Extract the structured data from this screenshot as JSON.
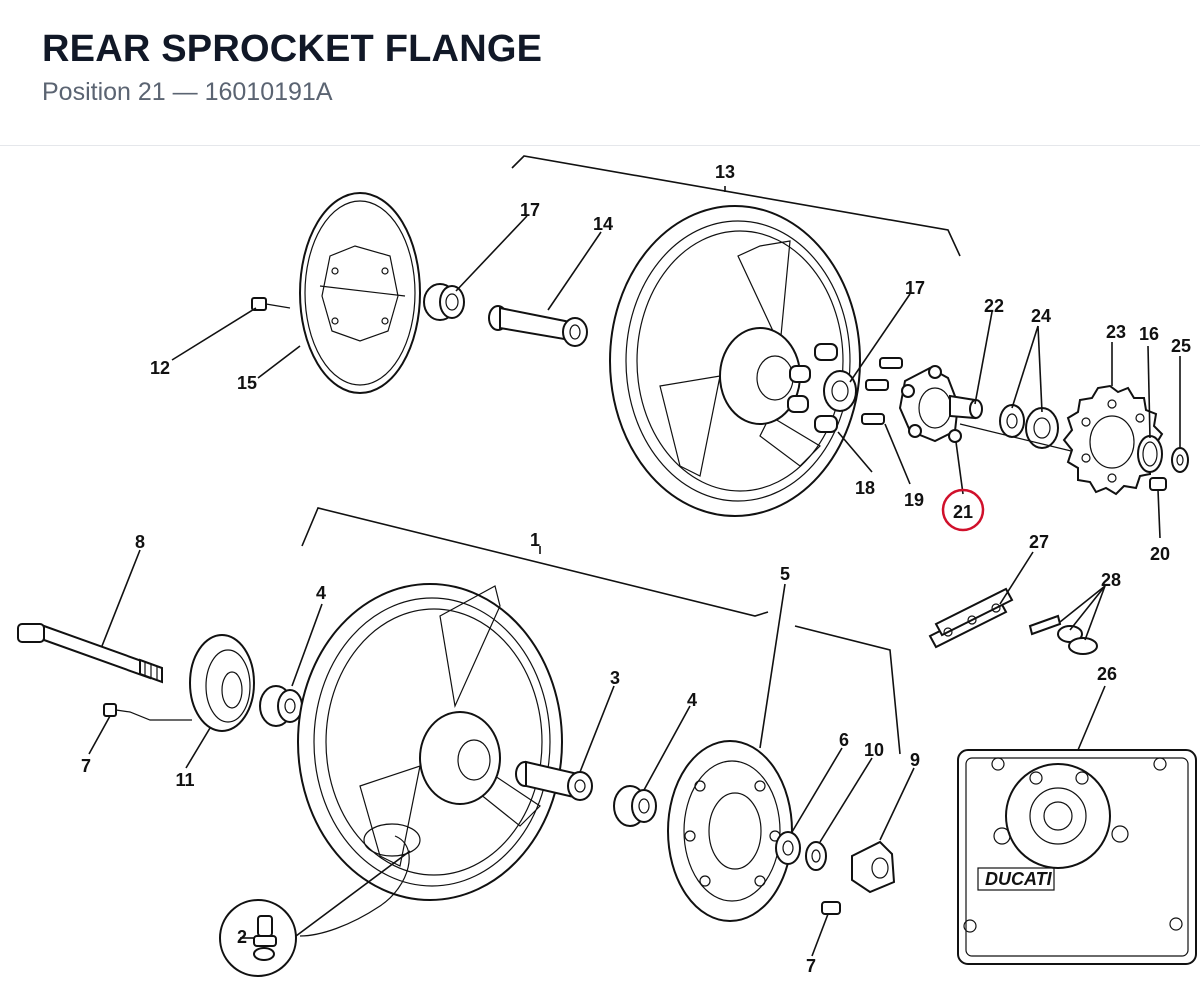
{
  "header": {
    "title": "REAR SPROCKET FLANGE",
    "subtitle": "Position 21 — 16010191A"
  },
  "diagram": {
    "highlight_color": "#d0102b",
    "highlighted_callout": "21",
    "brand_plate_text": "DUCATI",
    "callouts": {
      "c13": "13",
      "c17a": "17",
      "c14": "14",
      "c12": "12",
      "c15": "15",
      "c17b": "17",
      "c22": "22",
      "c24": "24",
      "c23": "23",
      "c16": "16",
      "c25": "25",
      "c18": "18",
      "c19": "19",
      "c21": "21",
      "c20": "20",
      "c27": "27",
      "c28": "28",
      "c1": "1",
      "c8": "8",
      "c4a": "4",
      "c5": "5",
      "c3": "3",
      "c4b": "4",
      "c6": "6",
      "c10": "10",
      "c9": "9",
      "c7a": "7",
      "c11": "11",
      "c26": "26",
      "c2": "2",
      "c7b": "7"
    }
  }
}
